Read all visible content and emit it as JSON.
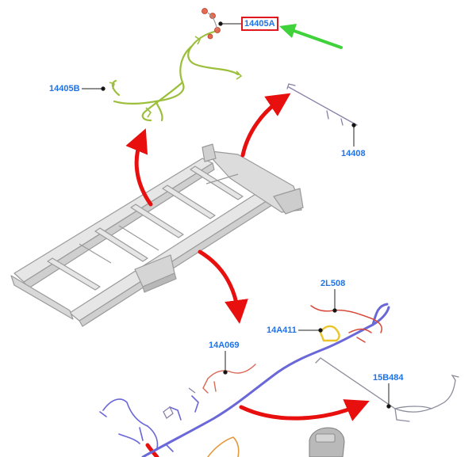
{
  "callouts": {
    "harness_14405A": "14405A",
    "harness_14405B": "14405B",
    "harness_14408": "14408",
    "harness_2L508": "2L508",
    "harness_14A411": "14A411",
    "harness_14A069": "14A069",
    "harness_15B484": "15B484"
  },
  "colors": {
    "callout_text": "#1e73e8",
    "highlight_box": "#e0171f",
    "pointer_arrow": "#3fd23a",
    "flow_arrows": "#e8100f",
    "harness_green": "#9bbf3a",
    "harness_purple": "#8a7fa8",
    "harness_blue": "#6a67d8",
    "frame_gray": "#bdbdbd"
  },
  "highlighted_callout": "14405A"
}
